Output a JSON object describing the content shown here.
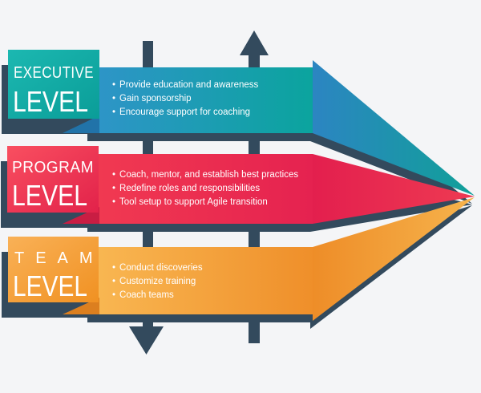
{
  "background_color": "#f4f5f7",
  "navy_color": "#334a5d",
  "ui": {
    "bullet_char": "•"
  },
  "levels": [
    {
      "name": "EXECUTIVE",
      "level_word": "LEVEL",
      "color": "#14a5a0",
      "bullets": [
        "Provide education and awareness",
        "Gain sponsorship",
        "Encourage support for coaching"
      ]
    },
    {
      "name": "PROGRAM",
      "level_word": "LEVEL",
      "color": "#e8274e",
      "bullets": [
        "Coach, mentor, and establish best practices",
        "Redefine roles and responsibilities",
        "Tool setup to support Agile transition"
      ]
    },
    {
      "name": "TEAM",
      "level_word": "LEVEL",
      "color": "#f5a43a",
      "bullets": [
        "Conduct discoveries",
        "Customize training",
        "Coach teams"
      ]
    }
  ]
}
